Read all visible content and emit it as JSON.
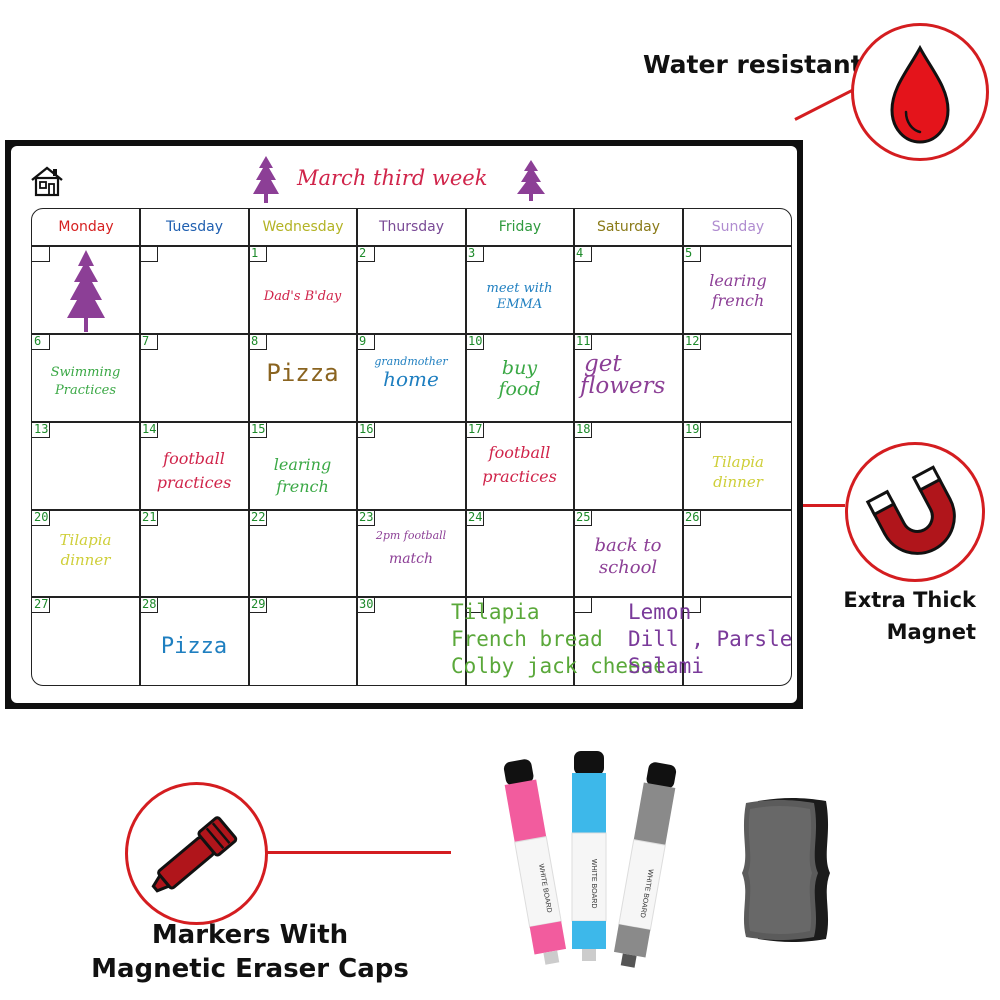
{
  "features": {
    "water": {
      "label": "Water resistant",
      "icon": "water-drop-icon",
      "color": "#d41d20"
    },
    "magnet": {
      "line1": "Extra Thick",
      "line2": "Magnet",
      "icon": "horseshoe-magnet-icon"
    },
    "markers": {
      "line1": "Markers With",
      "line2": "Magnetic Eraser Caps",
      "icon": "marker-pen-icon"
    }
  },
  "board": {
    "title": "March third week",
    "title_color": "#d0244a",
    "house_icon": "house-icon",
    "tree_icon": "pine-tree-icon",
    "days": [
      {
        "name": "Monday",
        "color": "#d62020"
      },
      {
        "name": "Tuesday",
        "color": "#1f5fb0"
      },
      {
        "name": "Wednesday",
        "color": "#b3b325"
      },
      {
        "name": "Thursday",
        "color": "#7a4a96"
      },
      {
        "name": "Friday",
        "color": "#2f9a3e"
      },
      {
        "name": "Saturday",
        "color": "#8a7a18"
      },
      {
        "name": "Sunday",
        "color": "#b08cd0"
      }
    ],
    "cells": [
      [
        "",
        "",
        "1",
        "2",
        "3",
        "4",
        "5"
      ],
      [
        "6",
        "7",
        "8",
        "9",
        "10",
        "11",
        "12"
      ],
      [
        "13",
        "14",
        "15",
        "16",
        "17",
        "18",
        "19"
      ],
      [
        "20",
        "21",
        "22",
        "23",
        "24",
        "25",
        "26"
      ],
      [
        "27",
        "28",
        "29",
        "30",
        "",
        "",
        ""
      ]
    ],
    "notes": {
      "dads_bday": "Dad's B'day",
      "meet_1": "meet with",
      "meet_2": "EMMA",
      "learn_1": "learing",
      "learn_2": "french",
      "swim_1": "Swimming",
      "swim_2": "Practices",
      "pizza": "Pizza",
      "grand_1": "grandmother",
      "grand_2": "home",
      "buy_1": "buy",
      "buy_2": "food",
      "get_1": "get",
      "get_2": "flowers",
      "fb_1": "football",
      "fb_2": "practices",
      "learn2_1": "learing",
      "learn2_2": "french",
      "fb2_1": "football",
      "fb2_2": "practices",
      "til_1": "Tilapia",
      "til_2": "dinner",
      "til2_1": "Tilapia",
      "til2_2": "dinner",
      "match_1": "2pm football",
      "match_2": "match",
      "back_1": "back to",
      "back_2": "school",
      "pizza2": "Pizza"
    },
    "shopping_green": [
      "Tilapia",
      "French bread",
      "Colby jack cheese"
    ],
    "shopping_purple": [
      "Lemon",
      "Dill , Parsley",
      "Salami"
    ]
  },
  "accessories": {
    "markers": [
      {
        "color": "#f25c9e",
        "name": "pink-marker"
      },
      {
        "color": "#3db8ea",
        "name": "blue-marker"
      },
      {
        "color": "#8a8a8a",
        "name": "gray-marker"
      }
    ],
    "marker_text": "WHITE BOARD",
    "eraser": "felt-eraser"
  }
}
